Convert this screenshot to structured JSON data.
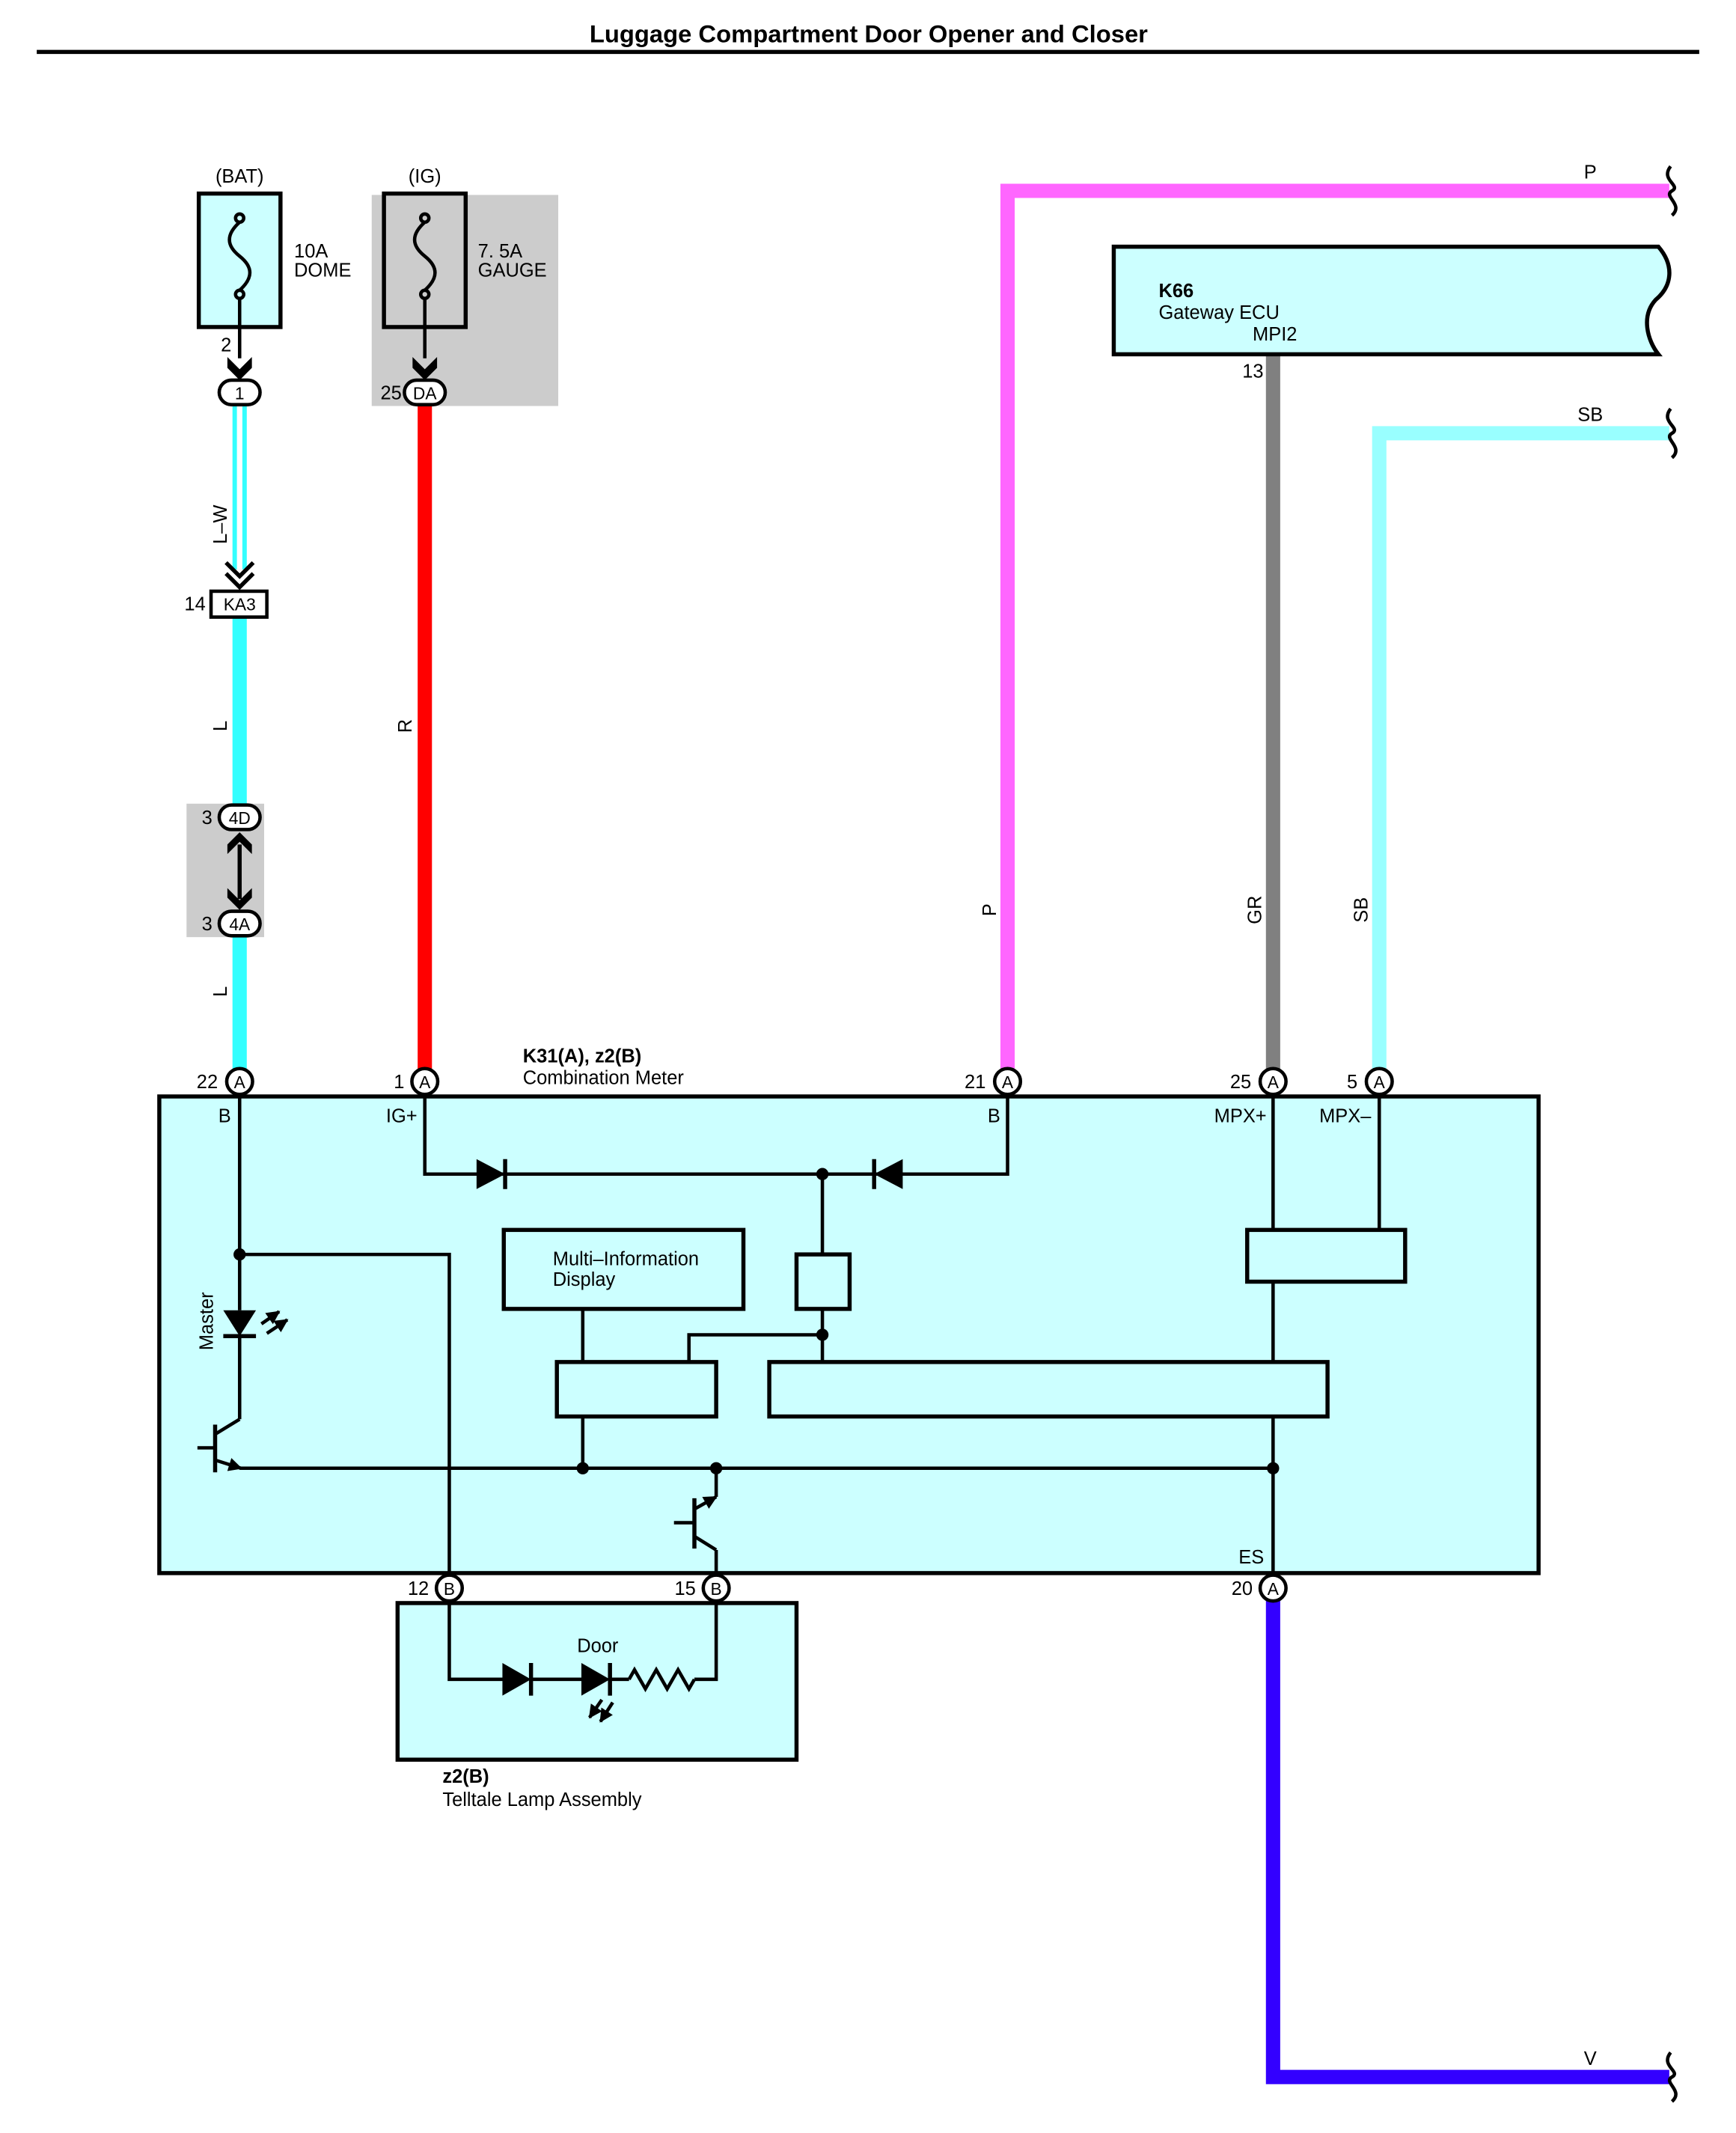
{
  "title": "Luggage Compartment Door Opener and Closer",
  "colors": {
    "component_fill": "#ccffff",
    "shade_fill": "#cccccc",
    "wire_l": "#33ffff",
    "wire_stripe": "#ffffff",
    "wire_r": "#ff0000",
    "wire_p": "#ff66ff",
    "wire_gr": "#808080",
    "wire_sb": "#99ffff",
    "wire_v": "#3300ff"
  },
  "fuses": [
    {
      "source": "(BAT)",
      "rating": "10A",
      "name": "DOME"
    },
    {
      "source": "(IG)",
      "rating": "7. 5A",
      "name": "GAUGE"
    }
  ],
  "connectors": [
    {
      "id": "1",
      "pin": "2"
    },
    {
      "id": "DA",
      "pin": "25"
    },
    {
      "id": "KA3",
      "pin": "14"
    },
    {
      "id": "4D",
      "pin": "3"
    },
    {
      "id": "4A",
      "pin": "3"
    }
  ],
  "wires": {
    "dome_lw": "L–W",
    "dome_l_upper": "L",
    "dome_l_lower": "L",
    "gauge_r": "R",
    "meter_b_p": "P",
    "mpx_plus_gr": "GR",
    "mpx_minus_sb": "SB",
    "p_continue": "P",
    "sb_continue": "SB",
    "es_continue": "V"
  },
  "gateway_ecu": {
    "code": "K66",
    "name": "Gateway ECU",
    "terminal": "MPI2",
    "pin": "13"
  },
  "combination_meter": {
    "code": "K31(A), z2(B)",
    "name": "Combination Meter",
    "top_pins": [
      {
        "pin": "22",
        "connector": "A",
        "terminal": "B"
      },
      {
        "pin": "1",
        "connector": "A",
        "terminal": "IG+"
      },
      {
        "pin": "21",
        "connector": "A",
        "terminal": "B"
      },
      {
        "pin": "25",
        "connector": "A",
        "terminal": "MPX+"
      },
      {
        "pin": "5",
        "connector": "A",
        "terminal": "MPX–"
      }
    ],
    "bottom_pins": [
      {
        "pin": "12",
        "connector": "B"
      },
      {
        "pin": "15",
        "connector": "B"
      },
      {
        "pin": "20",
        "connector": "A",
        "terminal": "ES"
      }
    ],
    "display_line1": "Multi–Information",
    "display_line2": "Display",
    "master_lamp": "Master"
  },
  "telltale_lamp_assembly": {
    "code": "z2(B)",
    "name": "Telltale Lamp Assembly",
    "lamp": "Door"
  }
}
